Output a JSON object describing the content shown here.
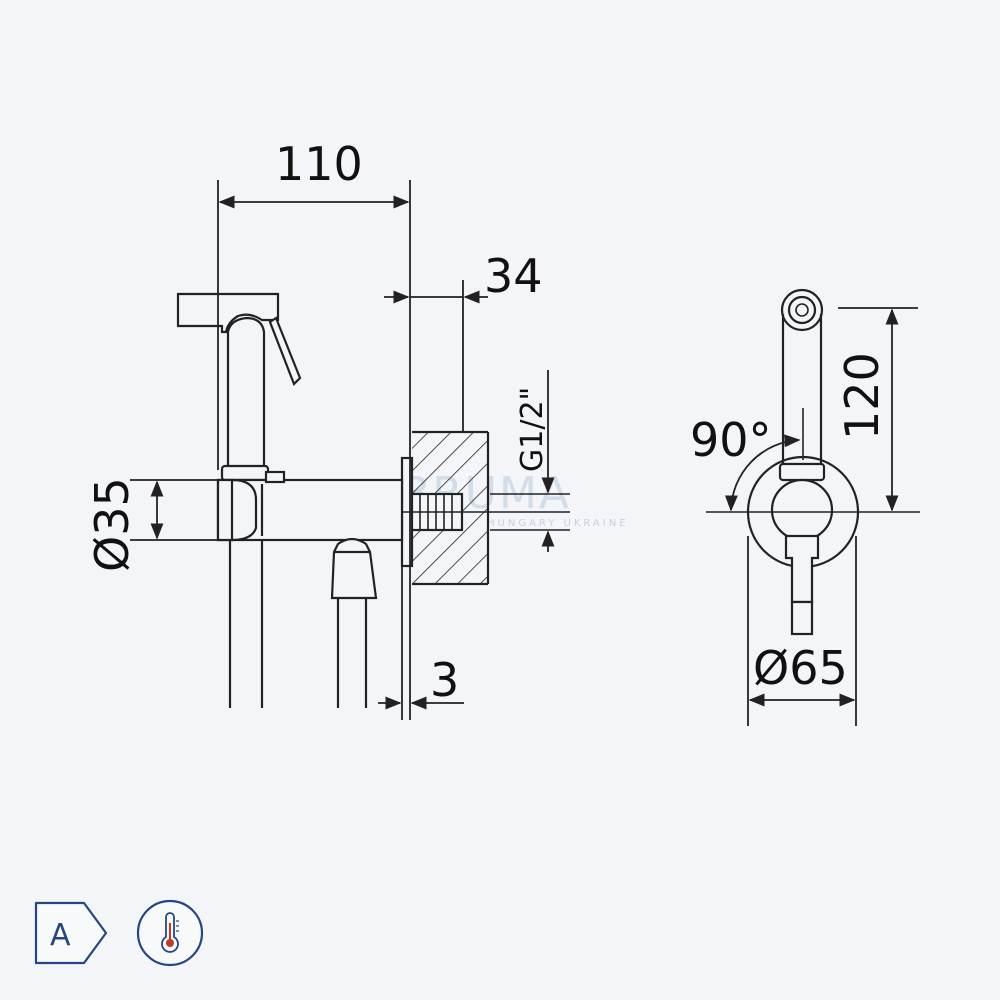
{
  "dimensions": {
    "overall_length": "110",
    "outlet_length": "34",
    "thread": "G1/2\"",
    "diameter_body": "Ø35",
    "flange_thickness": "3",
    "angle": "90°",
    "height": "120",
    "diameter_flange": "Ø65"
  },
  "watermark": {
    "brand": "BRUMA",
    "subtitle": "HUNGARY UKRAINE"
  },
  "badges": [
    {
      "label": "A",
      "icon": "energy-class-icon"
    },
    {
      "label": "",
      "icon": "thermometer-icon"
    }
  ]
}
